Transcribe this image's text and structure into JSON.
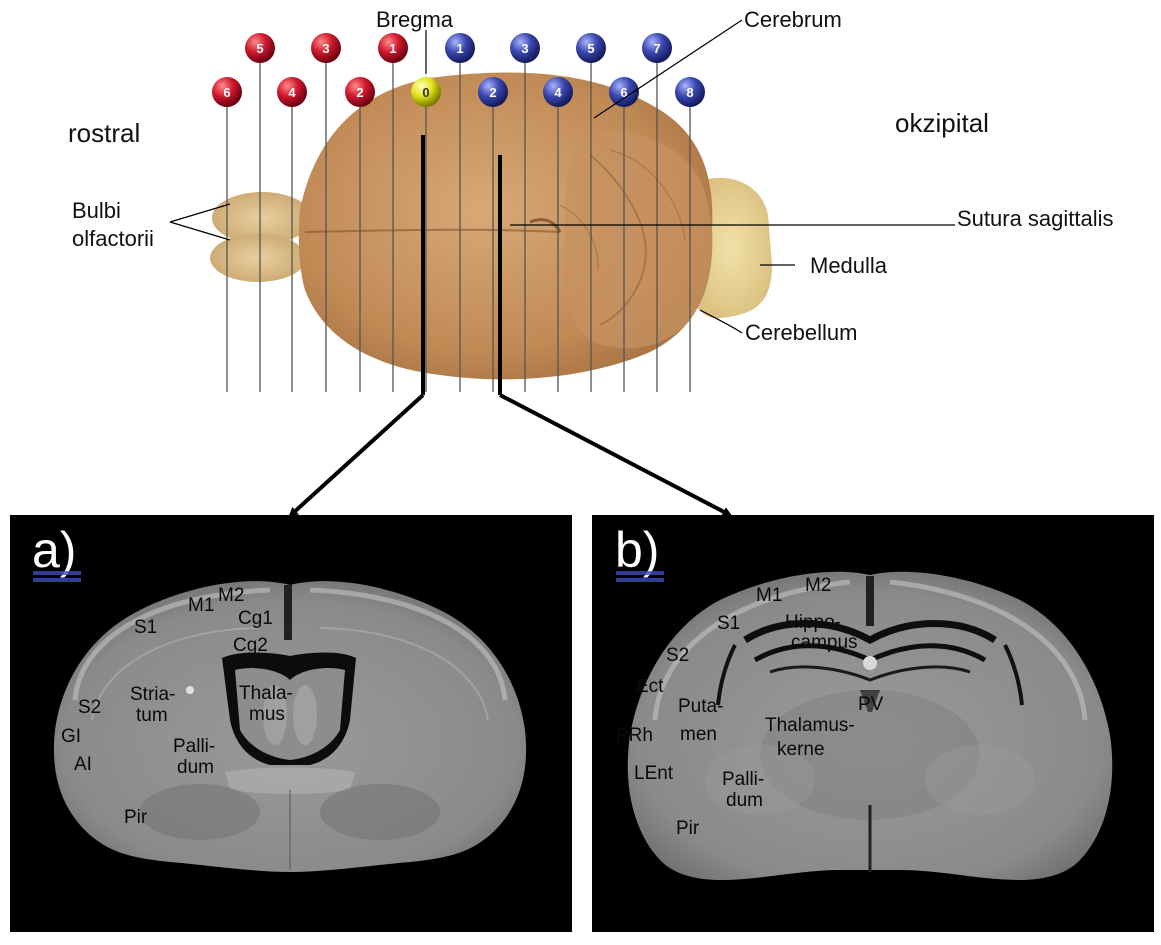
{
  "brain": {
    "bregma_label": "Bregma",
    "cerebrum_label": "Cerebrum",
    "rostral_label": "rostral",
    "okzipital_label": "okzipital",
    "bulbi_line1": "Bulbi",
    "bulbi_line2": "olfactorii",
    "sutura_label": "Sutura sagittalis",
    "medulla_label": "Medulla",
    "cerebellum_label": "Cerebellum",
    "beads": [
      {
        "n": "6",
        "color": "red"
      },
      {
        "n": "5",
        "color": "red"
      },
      {
        "n": "4",
        "color": "red"
      },
      {
        "n": "3",
        "color": "red"
      },
      {
        "n": "2",
        "color": "red"
      },
      {
        "n": "1",
        "color": "red"
      },
      {
        "n": "0",
        "color": "yellow"
      },
      {
        "n": "1",
        "color": "blue"
      },
      {
        "n": "2",
        "color": "blue"
      },
      {
        "n": "3",
        "color": "blue"
      },
      {
        "n": "4",
        "color": "blue"
      },
      {
        "n": "5",
        "color": "blue"
      },
      {
        "n": "6",
        "color": "blue"
      },
      {
        "n": "7",
        "color": "blue"
      },
      {
        "n": "8",
        "color": "blue"
      }
    ]
  },
  "panel_a": {
    "letter": "a)",
    "labels": [
      "M2",
      "M1",
      "Cg1",
      "S1",
      "Cg2",
      "Stria-",
      "tum",
      "Thala-",
      "mus",
      "S2",
      "GI",
      "Palli-",
      "dum",
      "AI",
      "Pir"
    ]
  },
  "panel_b": {
    "letter": "b)",
    "labels": [
      "M2",
      "M1",
      "S1",
      "Hippo-",
      "campus",
      "S2",
      "Ect",
      "Puta-",
      "men",
      "PV",
      "Thalamus-",
      "kerne",
      "PRh",
      "LEnt",
      "Palli-",
      "dum",
      "Pir"
    ]
  },
  "colors": {
    "bead_red": "#c8102e",
    "bead_blue": "#2e3d9a",
    "bead_yellow": "#e8e61a",
    "brain_tissue": "#c4925c",
    "panel_bg": "#000000"
  }
}
